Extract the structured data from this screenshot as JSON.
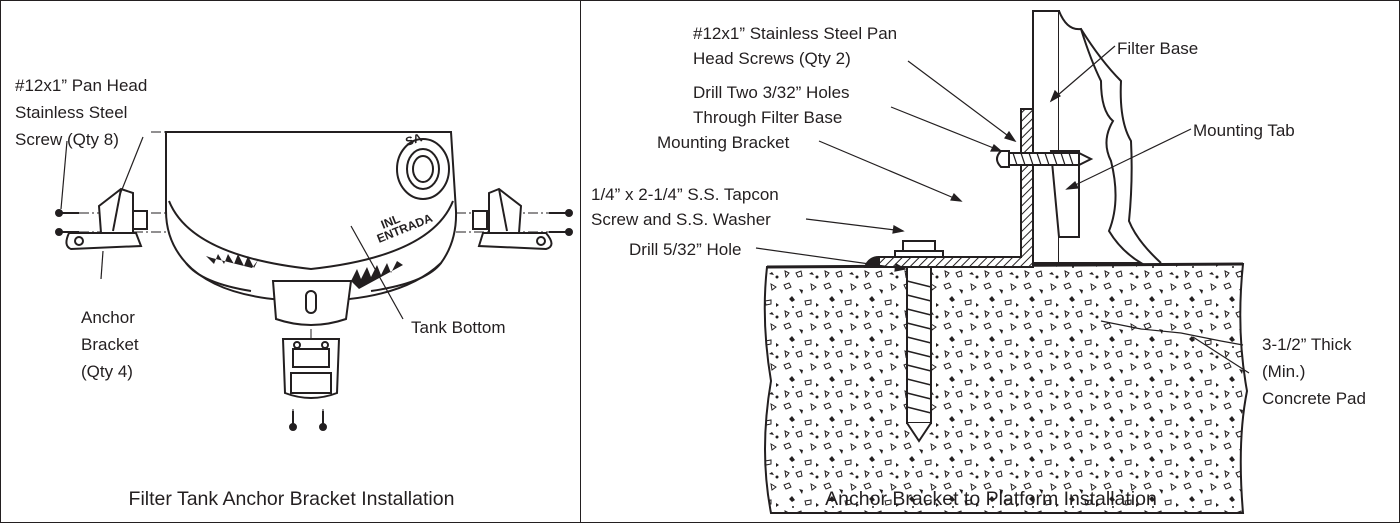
{
  "left_panel": {
    "caption": "Filter Tank Anchor Bracket Installation",
    "labels": {
      "screw_line1": "#12x1” Pan Head",
      "screw_line2": "Stainless Steel",
      "screw_line3": "Screw (Qty 8)",
      "anchor_line1": "Anchor",
      "anchor_line2": "Bracket",
      "anchor_line3": "(Qty 4)",
      "tank_bottom": "Tank Bottom"
    }
  },
  "right_panel": {
    "caption": "Anchor Bracket to Platform Installation",
    "labels": {
      "ss_screws_line1": "#12x1” Stainless Steel Pan",
      "ss_screws_line2": "Head Screws (Qty 2)",
      "drill_holes_line1": "Drill Two 3/32” Holes",
      "drill_holes_line2": "Through Filter Base",
      "mounting_bracket": "Mounting Bracket",
      "tapcon_line1": "1/4” x 2-1/4” S.S. Tapcon",
      "tapcon_line2": "Screw and S.S. Washer",
      "drill_hole": "Drill 5/32” Hole",
      "filter_base": "Filter Base",
      "mounting_tab": "Mounting Tab",
      "pad_line1": "3-1/2” Thick",
      "pad_line2": "(Min.)",
      "pad_line3": "Concrete Pad"
    }
  }
}
